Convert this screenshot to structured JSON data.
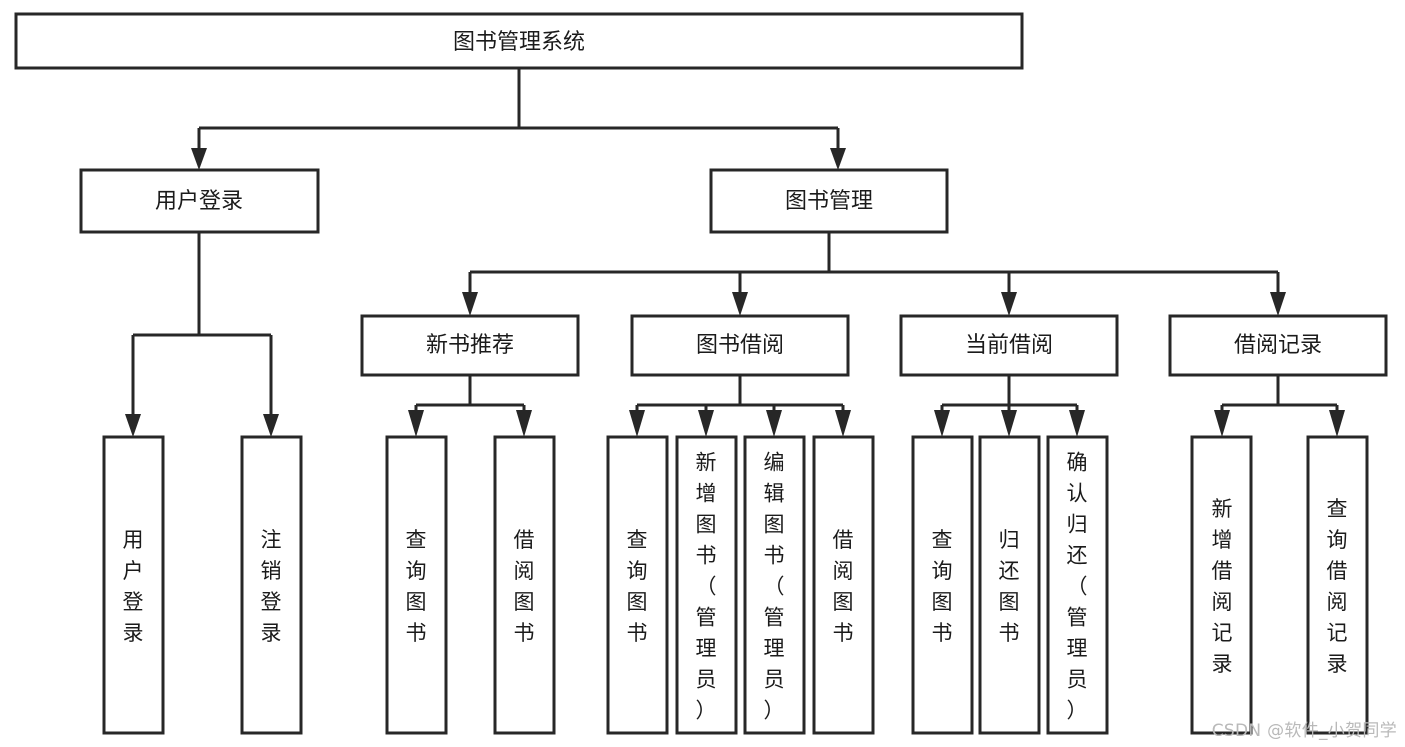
{
  "diagram": {
    "type": "tree-hierarchy-diagram",
    "title": "图书管理系统",
    "orientation": "top-down",
    "watermark": "CSDN @软件_小贺同学",
    "colors": {
      "box_stroke": "#272727",
      "box_fill": "#ffffff",
      "text": "#1b1b1b",
      "background": "#ffffff",
      "watermark": "#b9b9b9"
    },
    "levels": [
      {
        "level": 1,
        "nodes": [
          {
            "id": "root",
            "label": "图书管理系统",
            "orientation": "horizontal"
          }
        ]
      },
      {
        "level": 2,
        "nodes": [
          {
            "id": "login",
            "label": "用户登录",
            "orientation": "horizontal",
            "parent": "root"
          },
          {
            "id": "bookmgmt",
            "label": "图书管理",
            "orientation": "horizontal",
            "parent": "root"
          }
        ]
      },
      {
        "level": 3,
        "nodes": [
          {
            "id": "newbook",
            "label": "新书推荐",
            "orientation": "horizontal",
            "parent": "bookmgmt"
          },
          {
            "id": "borrow",
            "label": "图书借阅",
            "orientation": "horizontal",
            "parent": "bookmgmt"
          },
          {
            "id": "current",
            "label": "当前借阅",
            "orientation": "horizontal",
            "parent": "bookmgmt"
          },
          {
            "id": "records",
            "label": "借阅记录",
            "orientation": "horizontal",
            "parent": "bookmgmt"
          }
        ]
      },
      {
        "level": 4,
        "nodes": [
          {
            "id": "leaf-user-login",
            "label": "用户登录",
            "orientation": "vertical",
            "parent": "login"
          },
          {
            "id": "leaf-logout",
            "label": "注销登录",
            "orientation": "vertical",
            "parent": "login"
          },
          {
            "id": "leaf-query-book-1",
            "label": "查询图书",
            "orientation": "vertical",
            "parent": "newbook"
          },
          {
            "id": "leaf-borrow-book-1",
            "label": "借阅图书",
            "orientation": "vertical",
            "parent": "newbook"
          },
          {
            "id": "leaf-query-book-2",
            "label": "查询图书",
            "orientation": "vertical",
            "parent": "borrow"
          },
          {
            "id": "leaf-add-book",
            "label": "新增图书（管理员）",
            "orientation": "vertical",
            "parent": "borrow"
          },
          {
            "id": "leaf-edit-book",
            "label": "编辑图书（管理员）",
            "orientation": "vertical",
            "parent": "borrow"
          },
          {
            "id": "leaf-borrow-book-2",
            "label": "借阅图书",
            "orientation": "vertical",
            "parent": "borrow"
          },
          {
            "id": "leaf-query-book-3",
            "label": "查询图书",
            "orientation": "vertical",
            "parent": "current"
          },
          {
            "id": "leaf-return-book",
            "label": "归还图书",
            "orientation": "vertical",
            "parent": "current"
          },
          {
            "id": "leaf-confirm-return",
            "label": "确认归还（管理员）",
            "orientation": "vertical",
            "parent": "current"
          },
          {
            "id": "leaf-add-record",
            "label": "新增借阅记录",
            "orientation": "vertical",
            "parent": "records"
          },
          {
            "id": "leaf-query-record",
            "label": "查询借阅记录",
            "orientation": "vertical",
            "parent": "records"
          }
        ]
      }
    ]
  }
}
